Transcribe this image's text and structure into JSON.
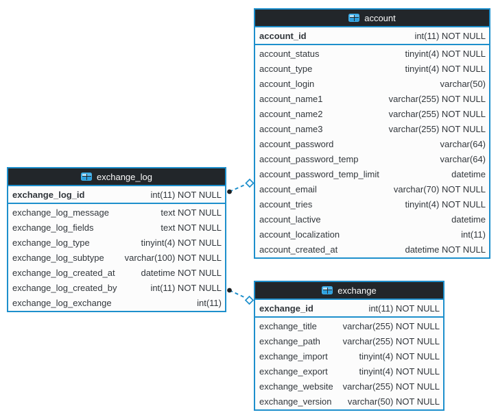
{
  "diagram": {
    "colors": {
      "border_blue": "#1d8fcc",
      "header_bg": "#22262a",
      "header_text": "#fcfcfc",
      "row_bg": "#fcfcfc",
      "row_text": "#31363b",
      "icon_blue": "#3daee9"
    },
    "tables": [
      {
        "name": "account",
        "icon": "table-icon",
        "primary_key": {
          "name": "account_id",
          "type": "int(11) NOT NULL"
        },
        "columns": [
          {
            "name": "account_status",
            "type": "tinyint(4) NOT NULL"
          },
          {
            "name": "account_type",
            "type": "tinyint(4) NOT NULL"
          },
          {
            "name": "account_login",
            "type": "varchar(50)"
          },
          {
            "name": "account_name1",
            "type": "varchar(255) NOT NULL"
          },
          {
            "name": "account_name2",
            "type": "varchar(255) NOT NULL"
          },
          {
            "name": "account_name3",
            "type": "varchar(255) NOT NULL"
          },
          {
            "name": "account_password",
            "type": "varchar(64)"
          },
          {
            "name": "account_password_temp",
            "type": "varchar(64)"
          },
          {
            "name": "account_password_temp_limit",
            "type": "datetime"
          },
          {
            "name": "account_email",
            "type": "varchar(70) NOT NULL"
          },
          {
            "name": "account_tries",
            "type": "tinyint(4) NOT NULL"
          },
          {
            "name": "account_lactive",
            "type": "datetime"
          },
          {
            "name": "account_localization",
            "type": "int(11)"
          },
          {
            "name": "account_created_at",
            "type": "datetime NOT NULL"
          }
        ]
      },
      {
        "name": "exchange_log",
        "icon": "table-icon",
        "primary_key": {
          "name": "exchange_log_id",
          "type": "int(11) NOT NULL"
        },
        "columns": [
          {
            "name": "exchange_log_message",
            "type": "text NOT NULL"
          },
          {
            "name": "exchange_log_fields",
            "type": "text NOT NULL"
          },
          {
            "name": "exchange_log_type",
            "type": "tinyint(4) NOT NULL"
          },
          {
            "name": "exchange_log_subtype",
            "type": "varchar(100) NOT NULL"
          },
          {
            "name": "exchange_log_created_at",
            "type": "datetime NOT NULL"
          },
          {
            "name": "exchange_log_created_by",
            "type": "int(11) NOT NULL"
          },
          {
            "name": "exchange_log_exchange",
            "type": "int(11)"
          }
        ]
      },
      {
        "name": "exchange",
        "icon": "table-icon",
        "primary_key": {
          "name": "exchange_id",
          "type": "int(11) NOT NULL"
        },
        "columns": [
          {
            "name": "exchange_title",
            "type": "varchar(255) NOT NULL"
          },
          {
            "name": "exchange_path",
            "type": "varchar(255) NOT NULL"
          },
          {
            "name": "exchange_import",
            "type": "tinyint(4) NOT NULL"
          },
          {
            "name": "exchange_export",
            "type": "tinyint(4) NOT NULL"
          },
          {
            "name": "exchange_website",
            "type": "varchar(255) NOT NULL"
          },
          {
            "name": "exchange_version",
            "type": "varchar(50) NOT NULL"
          }
        ]
      }
    ],
    "relations": [
      {
        "from": "exchange_log",
        "to": "account"
      },
      {
        "from": "exchange_log",
        "to": "exchange"
      }
    ]
  }
}
